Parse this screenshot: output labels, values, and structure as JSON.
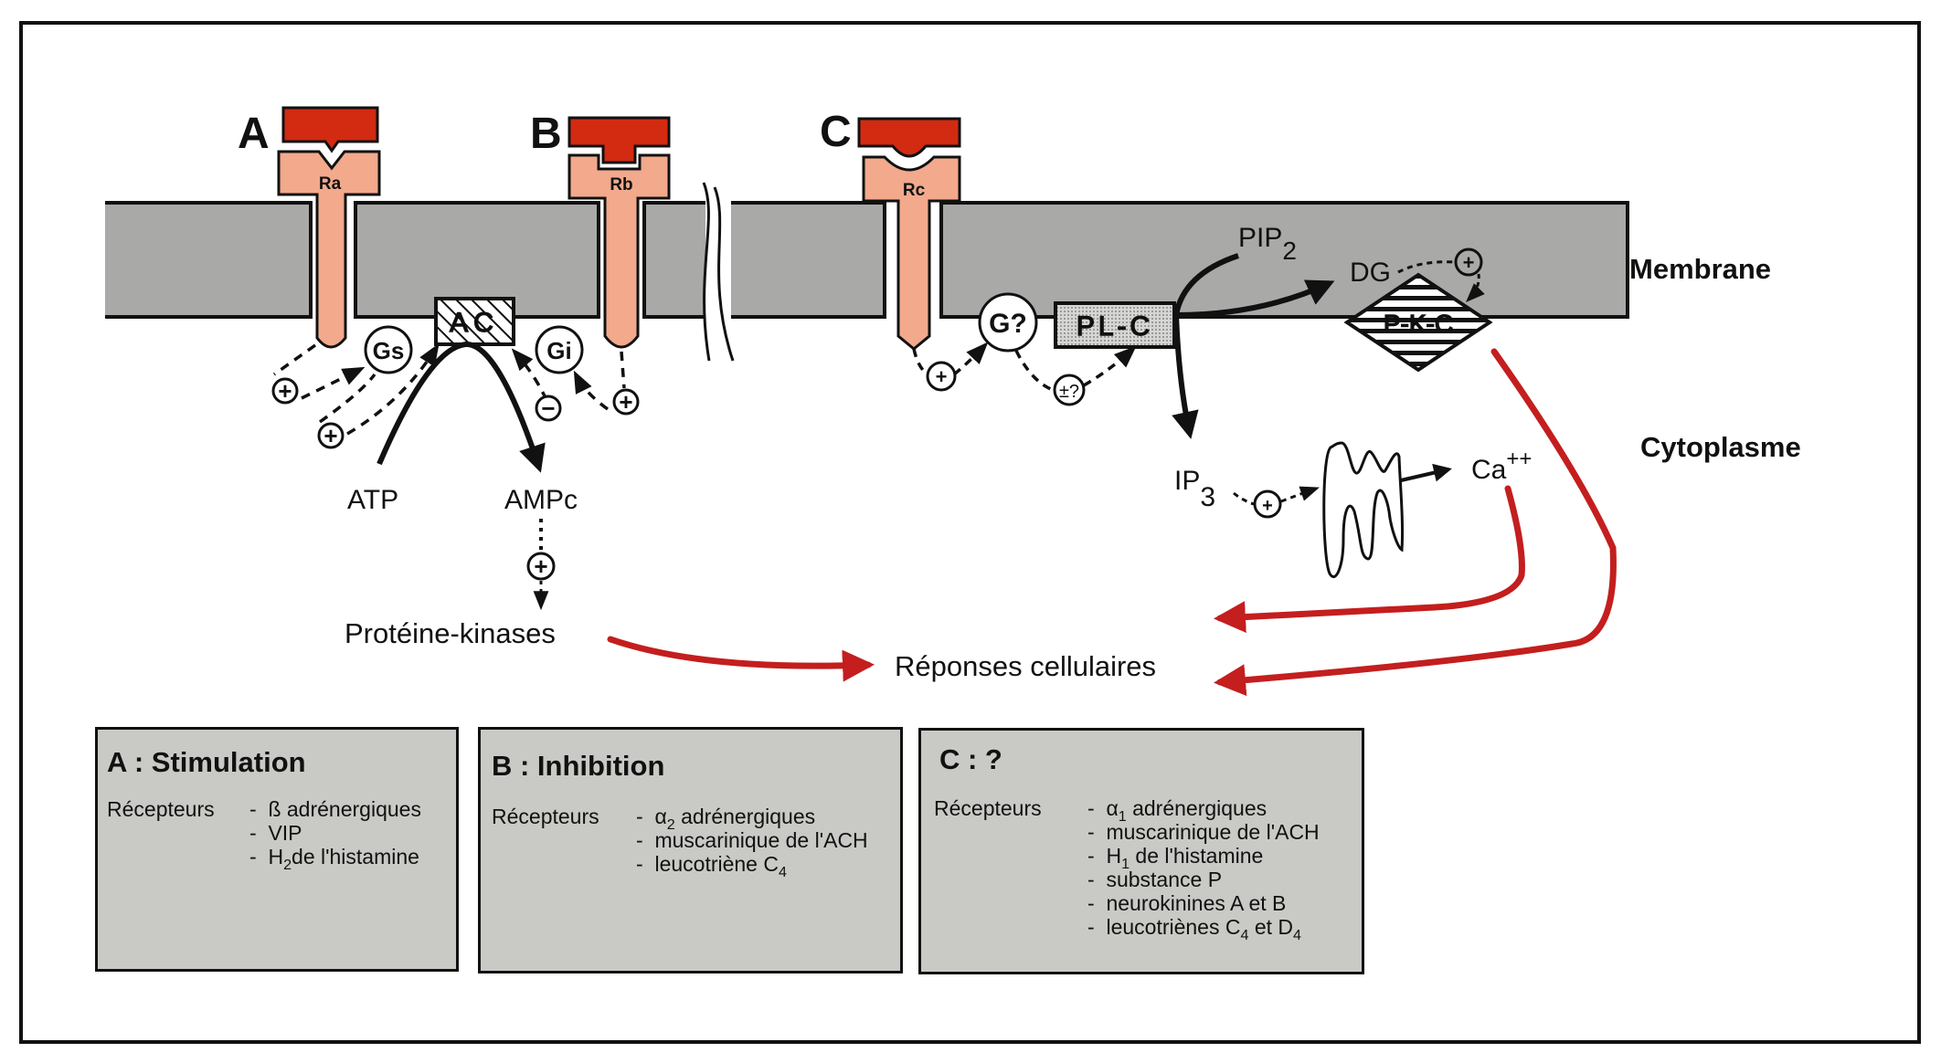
{
  "receptors": {
    "A": {
      "letter": "A",
      "name": "Ra"
    },
    "B": {
      "letter": "B",
      "name": "Rb"
    },
    "C": {
      "letter": "C",
      "name": "Rc"
    }
  },
  "labels": {
    "membrane": "Membrane",
    "cytoplasme": "Cytoplasme",
    "gs": "Gs",
    "gi": "Gi",
    "ac": "AC",
    "g_unknown": "G?",
    "plc": "PL-C",
    "pkc": "P-K-C",
    "pip": "PIP",
    "pip_sub": "2",
    "dg": "DG",
    "ip": "IP",
    "ip_sub": "3",
    "ca": "Ca",
    "ca_sup": "++",
    "atp": "ATP",
    "ampc": "AMPc",
    "proteine_kinases": "Protéine-kinases",
    "reponses": "Réponses cellulaires",
    "plus": "+",
    "minus": "−",
    "plusminus": "±?"
  },
  "boxes": {
    "A": {
      "title": "A : Stimulation",
      "receptors_label": "Récepteurs",
      "items": [
        {
          "text": "ß adrénergiques",
          "sub": "",
          "after": ""
        },
        {
          "text": "VIP",
          "sub": "",
          "after": ""
        },
        {
          "text": "H",
          "sub": "2",
          "after": "de l'histamine"
        }
      ]
    },
    "B": {
      "title": "B : Inhibition",
      "receptors_label": "Récepteurs",
      "items": [
        {
          "text": "α",
          "sub": "2",
          "after": " adrénergiques"
        },
        {
          "text": "muscarinique de l'ACH",
          "sub": "",
          "after": ""
        },
        {
          "text": "leucotriène C",
          "sub": "4",
          "after": ""
        }
      ]
    },
    "C": {
      "title": "C : ?",
      "receptors_label": "Récepteurs",
      "items": [
        {
          "text": "α",
          "sub": "1",
          "after": "  adrénergiques"
        },
        {
          "text": "muscarinique de l'ACH",
          "sub": "",
          "after": ""
        },
        {
          "text": "H",
          "sub": "1",
          "after": "  de l'histamine"
        },
        {
          "text": "substance P",
          "sub": "",
          "after": ""
        },
        {
          "text": "neurokinines A et B",
          "sub": "",
          "after": ""
        },
        {
          "text": "leucotriènes C",
          "sub": "4",
          "after": " et  D",
          "sub2": "4"
        }
      ]
    }
  },
  "colors": {
    "ligand": "#d32a12",
    "receptor": "#f2a98c",
    "membrane": "#a9a9a7",
    "response_arrow": "#c41e1e",
    "box_fill": "#c9c9c6"
  }
}
